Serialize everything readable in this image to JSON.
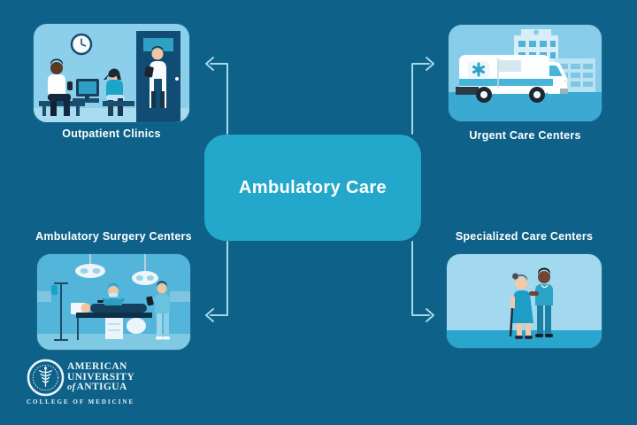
{
  "background_color": "#0E6189",
  "center": {
    "title": "Ambulatory Care",
    "fill_color": "#23A7CB",
    "text_color": "#FFFFFF"
  },
  "nodes": {
    "outpatient": {
      "label": "Outpatient Clinics"
    },
    "urgent": {
      "label": "Urgent Care Centers"
    },
    "surgery": {
      "label": "Ambulatory Surgery Centers"
    },
    "specialized": {
      "label": "Specialized Care Centers"
    }
  },
  "connectors": {
    "color": "#A8D8E8",
    "style": "elbow arrows from center outward to each node"
  },
  "icons": {
    "outpatient": "waiting-room-illustration (clock, seated patients, monitor, doctor at door)",
    "urgent": "ambulance-with-hospital-illustration",
    "surgery": "operating-room-illustration (surgical lights, table, surgeons, IV pole)",
    "specialized": "nurse-assisting-elderly-patient-illustration",
    "logo_seal": "caduceus-seal-icon"
  },
  "logo": {
    "line1": "AMERICAN",
    "line2": "UNIVERSITY",
    "of": "of",
    "line3": "ANTIGUA",
    "tagline": "COLLEGE OF MEDICINE"
  }
}
